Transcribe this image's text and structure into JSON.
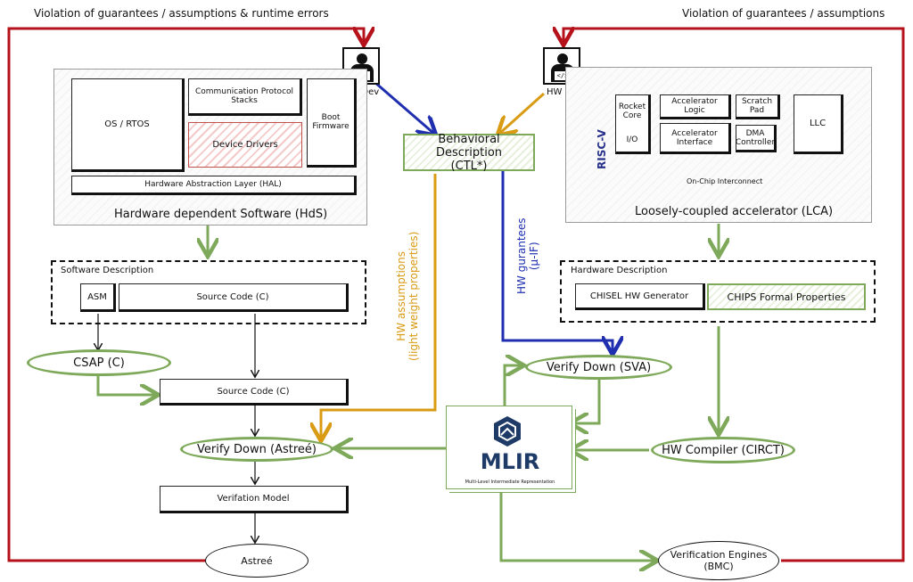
{
  "top": {
    "left_violation": "Violation of guarantees / assumptions & runtime errors",
    "right_violation": "Violation of guarantees / assumptions"
  },
  "devs": {
    "sw": "SW Dev",
    "hw": "HW Dev",
    "code_glyph": "</>"
  },
  "hds": {
    "os": "OS / RTOS",
    "comm": "Communication Protocol Stacks",
    "drivers": "Device Drivers",
    "boot": "Boot Firmware",
    "hal": "Hardware Abstraction Layer (HAL)",
    "title": "Hardware dependent Software (HdS)"
  },
  "behavioral": {
    "line1": "Behavioral Description",
    "line2": "(CTL*)"
  },
  "lca": {
    "riscv": "RISC-V",
    "rocket": "Rocket Core",
    "io": "I/O",
    "accel_logic": "Accelerator Logic",
    "scratch": "Scratch Pad",
    "accel_iface": "Accelerator Interface",
    "dma": "DMA Controller",
    "llc": "LLC",
    "interconnect": "On-Chip Interconnect",
    "title": "Loosely-coupled accelerator (LCA)"
  },
  "sw_desc": {
    "title": "Software Description",
    "asm": "ASM",
    "src": "Source Code (C)"
  },
  "hw_desc": {
    "title": "Hardware Description",
    "chisel": "CHISEL HW Generator",
    "chips": "CHIPS Formal Properties"
  },
  "annotations": {
    "hw_assumptions_1": "HW assumptions",
    "hw_assumptions_2": "(light weight properties)",
    "hw_guarantees_1": "HW gurantees",
    "hw_guarantees_2": "(μ-IF)"
  },
  "flow": {
    "csap": "CSAP (C)",
    "src2": "Source Code (C)",
    "verify_astree": "Verify Down (Astreé)",
    "verification_model": "Verifation Model",
    "astree": "Astreé",
    "verify_sva": "Verify Down (SVA)",
    "hw_compiler": "HW Compiler (CIRCT)",
    "engines_1": "Verification Engines",
    "engines_2": "(BMC)"
  },
  "mlir": {
    "name": "MLIR",
    "subtitle": "Multi-Level Intermediate Representation"
  },
  "colors": {
    "red": "#b5121b",
    "green": "#7ea95a",
    "blue": "#1f2fb0",
    "orange": "#d99a14"
  }
}
